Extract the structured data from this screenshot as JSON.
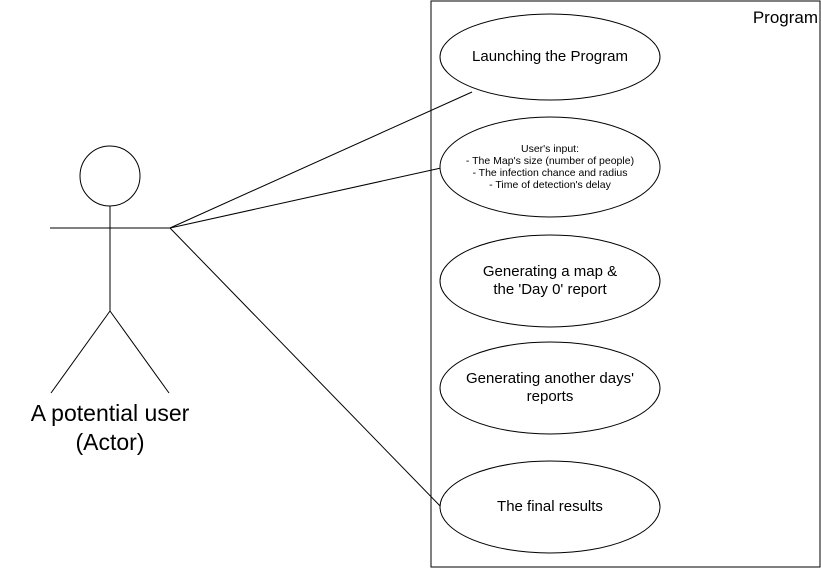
{
  "diagram": {
    "system": {
      "title": "Program"
    },
    "actor": {
      "name_line1": "A potential user",
      "name_line2": "(Actor)"
    },
    "use_cases": [
      {
        "id": "launch",
        "lines": [
          "Launching the Program"
        ]
      },
      {
        "id": "input",
        "lines": [
          "User's input:",
          "- The Map's size (number of people)",
          "- The infection chance and radius",
          "- Time of detection's delay"
        ]
      },
      {
        "id": "day0",
        "lines": [
          "Generating a map &",
          "the 'Day 0' report"
        ]
      },
      {
        "id": "other-days",
        "lines": [
          "Generating another days'",
          "reports"
        ]
      },
      {
        "id": "final",
        "lines": [
          "The final results"
        ]
      }
    ],
    "colors": {
      "stroke": "#000000",
      "fill": "#ffffff"
    }
  }
}
